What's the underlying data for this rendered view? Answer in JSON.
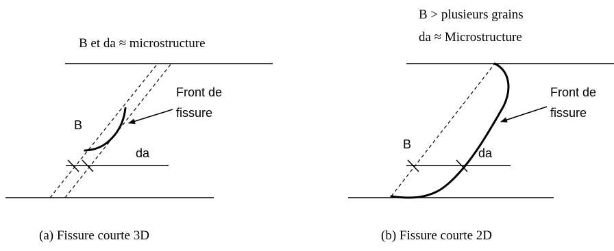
{
  "panel_a": {
    "header": "B et da ≈ microstructure",
    "label_b": "B",
    "label_da": "da",
    "front_line1": "Front de",
    "front_line2": "fissure",
    "caption": "(a) Fissure courte 3D"
  },
  "panel_b": {
    "header_line1": "B > plusieurs grains",
    "header_line2": "da ≈ Microstructure",
    "label_b": "B",
    "label_da": "da",
    "front_line1": "Front de",
    "front_line2": "fissure",
    "caption": "(b) Fissure courte 2D"
  }
}
